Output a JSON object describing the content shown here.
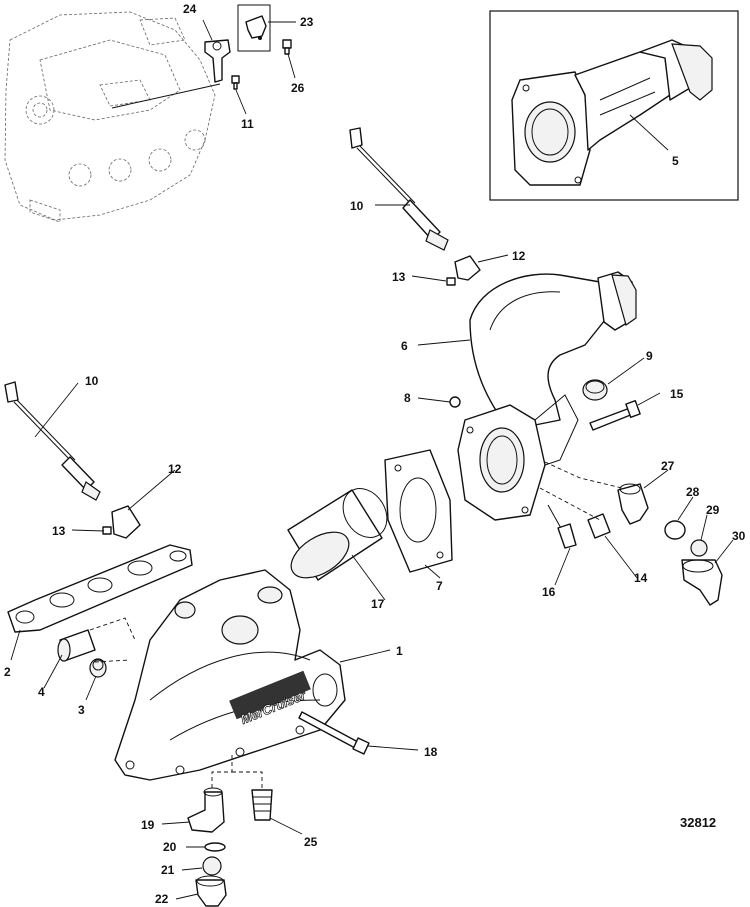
{
  "diagram": {
    "figure_number": "32812",
    "brand_mark": "MerCruiser",
    "callouts": [
      {
        "id": "c1",
        "label": "1"
      },
      {
        "id": "c2",
        "label": "2"
      },
      {
        "id": "c3",
        "label": "3"
      },
      {
        "id": "c4",
        "label": "4"
      },
      {
        "id": "c5",
        "label": "5"
      },
      {
        "id": "c6",
        "label": "6"
      },
      {
        "id": "c7",
        "label": "7"
      },
      {
        "id": "c8",
        "label": "8"
      },
      {
        "id": "c9",
        "label": "9"
      },
      {
        "id": "c10a",
        "label": "10"
      },
      {
        "id": "c10b",
        "label": "10"
      },
      {
        "id": "c11",
        "label": "11"
      },
      {
        "id": "c12a",
        "label": "12"
      },
      {
        "id": "c12b",
        "label": "12"
      },
      {
        "id": "c13a",
        "label": "13"
      },
      {
        "id": "c13b",
        "label": "13"
      },
      {
        "id": "c14",
        "label": "14"
      },
      {
        "id": "c15",
        "label": "15"
      },
      {
        "id": "c16",
        "label": "16"
      },
      {
        "id": "c17",
        "label": "17"
      },
      {
        "id": "c18",
        "label": "18"
      },
      {
        "id": "c19",
        "label": "19"
      },
      {
        "id": "c20",
        "label": "20"
      },
      {
        "id": "c21",
        "label": "21"
      },
      {
        "id": "c22",
        "label": "22"
      },
      {
        "id": "c23",
        "label": "23"
      },
      {
        "id": "c24",
        "label": "24"
      },
      {
        "id": "c25",
        "label": "25"
      },
      {
        "id": "c26",
        "label": "26"
      },
      {
        "id": "c27",
        "label": "27"
      },
      {
        "id": "c28",
        "label": "28"
      },
      {
        "id": "c29",
        "label": "29"
      },
      {
        "id": "c30",
        "label": "30"
      }
    ]
  }
}
